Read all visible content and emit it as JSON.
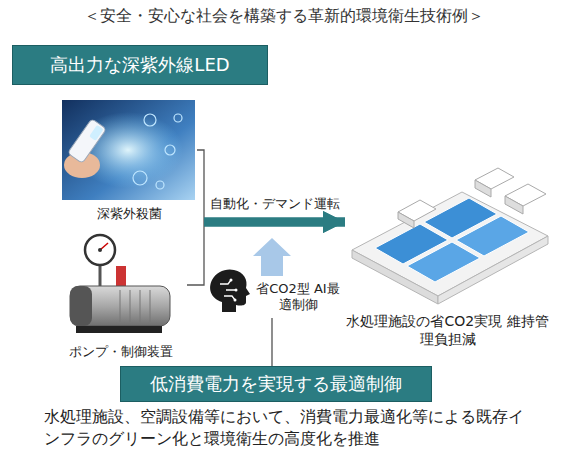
{
  "diagram": {
    "title": "＜安全・安心な社会を構築する革新的環境衛生技術例＞",
    "nodes": [
      {
        "text": [
          "高出力な深紫外線LED"
        ]
      },
      {
        "text": [
          "深紫外殺菌"
        ]
      },
      {
        "text": [
          "ポンプ・制御装置"
        ]
      },
      {
        "text": [
          "水処理施設の省CO2実現 維持管理負担減"
        ]
      },
      {
        "text": [
          "低消費電力を実現する最適制御"
        ]
      }
    ],
    "edges": [
      {
        "from": 1,
        "to": 3,
        "arrow": "to",
        "label": "自動化・デマンド運転"
      },
      {
        "from": 2,
        "to": 3,
        "arrow": "to"
      }
    ],
    "labels": [
      "省CO2型 AI最適制御"
    ],
    "caption": "水処理施設、空調設備等において、消費電力最適化等による既存インフラのグリーン化と環境衛生の高度化を推進"
  }
}
